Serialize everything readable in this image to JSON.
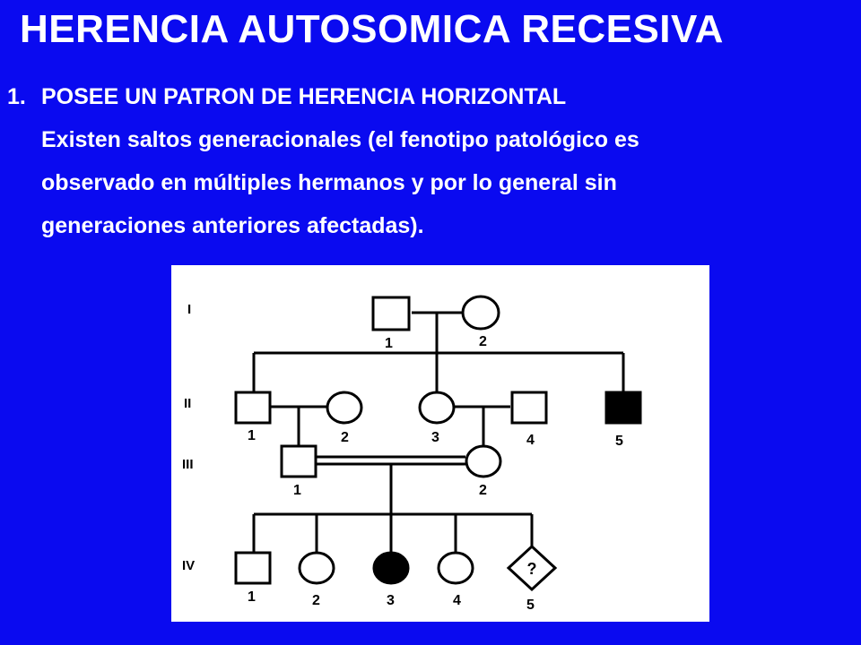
{
  "slide": {
    "title": "HERENCIA AUTOSOMICA RECESIVA",
    "point_number": "1.",
    "point_heading": "POSEE UN PATRON DE HERENCIA HORIZONTAL",
    "point_body_lines": [
      "Existen saltos generacionales (el fenotipo patológico es",
      "observado en múltiples hermanos y por lo general sin",
      "generaciones anteriores afectadas)."
    ]
  },
  "pedigree": {
    "generations": [
      "I",
      "II",
      "III",
      "IV"
    ],
    "individuals": [
      {
        "id": "I-1",
        "generation": "I",
        "number": "1",
        "sex": "male",
        "affected": false
      },
      {
        "id": "I-2",
        "generation": "I",
        "number": "2",
        "sex": "female",
        "affected": false
      },
      {
        "id": "II-1",
        "generation": "II",
        "number": "1",
        "sex": "male",
        "affected": false
      },
      {
        "id": "II-2",
        "generation": "II",
        "number": "2",
        "sex": "female",
        "affected": false
      },
      {
        "id": "II-3",
        "generation": "II",
        "number": "3",
        "sex": "female",
        "affected": false
      },
      {
        "id": "II-4",
        "generation": "II",
        "number": "4",
        "sex": "male",
        "affected": false
      },
      {
        "id": "II-5",
        "generation": "II",
        "number": "5",
        "sex": "male",
        "affected": true
      },
      {
        "id": "III-1",
        "generation": "III",
        "number": "1",
        "sex": "male",
        "affected": false
      },
      {
        "id": "III-2",
        "generation": "III",
        "number": "2",
        "sex": "female",
        "affected": false
      },
      {
        "id": "IV-1",
        "generation": "IV",
        "number": "1",
        "sex": "male",
        "affected": false
      },
      {
        "id": "IV-2",
        "generation": "IV",
        "number": "2",
        "sex": "female",
        "affected": false
      },
      {
        "id": "IV-3",
        "generation": "IV",
        "number": "3",
        "sex": "female",
        "affected": true
      },
      {
        "id": "IV-4",
        "generation": "IV",
        "number": "4",
        "sex": "female",
        "affected": false
      },
      {
        "id": "IV-5",
        "generation": "IV",
        "number": "5",
        "sex": "unknown",
        "affected": false,
        "mark": "?"
      }
    ],
    "unions": [
      {
        "partners": [
          "I-1",
          "I-2"
        ],
        "consanguineous": false,
        "children": [
          "II-1",
          "II-3",
          "II-5"
        ]
      },
      {
        "partners": [
          "II-1",
          "II-2"
        ],
        "consanguineous": false,
        "children": [
          "III-1"
        ]
      },
      {
        "partners": [
          "II-3",
          "II-4"
        ],
        "consanguineous": false,
        "children": [
          "III-2"
        ]
      },
      {
        "partners": [
          "III-1",
          "III-2"
        ],
        "consanguineous": true,
        "children": [
          "IV-1",
          "IV-2",
          "IV-3",
          "IV-4",
          "IV-5"
        ]
      }
    ]
  },
  "colors": {
    "background": "#0a0af0",
    "text": "#ffffff",
    "panel": "#ffffff",
    "affected": "#000000"
  }
}
